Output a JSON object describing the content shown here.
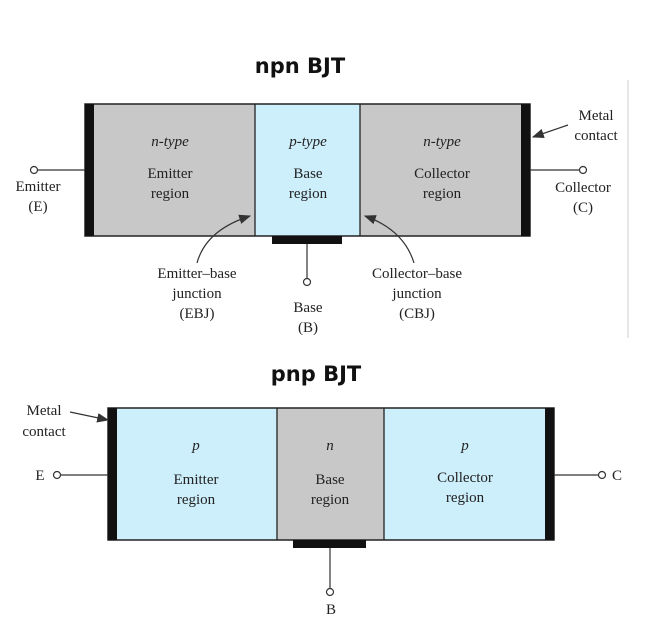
{
  "npn": {
    "title": "npn BJT",
    "regions": {
      "emitter": {
        "type": "n-type",
        "line1": "Emitter",
        "line2": "region"
      },
      "base": {
        "type": "p-type",
        "line1": "Base",
        "line2": "region"
      },
      "collector": {
        "type": "n-type",
        "line1": "Collector",
        "line2": "region"
      }
    },
    "terminals": {
      "emitter": {
        "name": "Emitter",
        "symbol": "(E)"
      },
      "collector": {
        "name": "Collector",
        "symbol": "(C)"
      },
      "base": {
        "name": "Base",
        "symbol": "(B)"
      }
    },
    "metal_contact": {
      "line1": "Metal",
      "line2": "contact"
    },
    "junctions": {
      "ebj": {
        "line1": "Emitter–base",
        "line2": "junction",
        "line3": "(EBJ)"
      },
      "cbj": {
        "line1": "Collector–base",
        "line2": "junction",
        "line3": "(CBJ)"
      }
    }
  },
  "pnp": {
    "title": "pnp BJT",
    "regions": {
      "emitter": {
        "type": "p",
        "line1": "Emitter",
        "line2": "region"
      },
      "base": {
        "type": "n",
        "line1": "Base",
        "line2": "region"
      },
      "collector": {
        "type": "p",
        "line1": "Collector",
        "line2": "region"
      }
    },
    "terminals": {
      "emitter": "E",
      "collector": "C",
      "base": "B"
    },
    "metal_contact": {
      "line1": "Metal",
      "line2": "contact"
    }
  },
  "colors": {
    "n_region": "#c8c8c8",
    "p_region": "#cdeefb",
    "metal": "#111111",
    "outline": "#222222"
  }
}
